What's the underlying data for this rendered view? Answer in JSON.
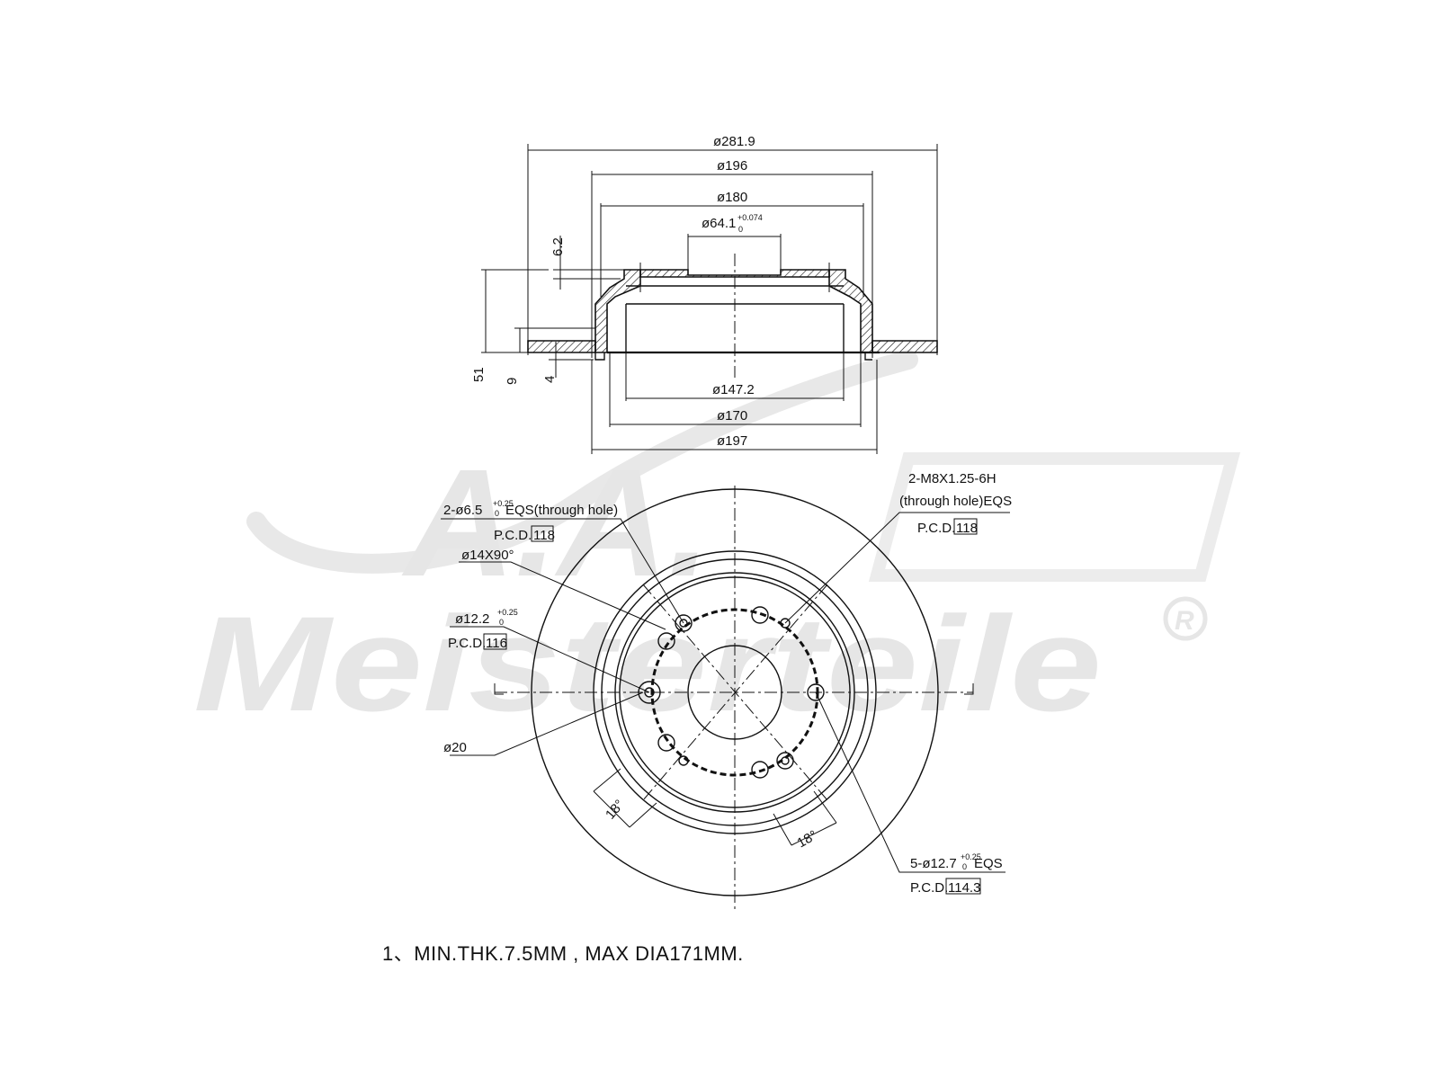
{
  "watermark": {
    "brand_top": "A.A.",
    "brand_main": "Meisterteile",
    "registered": "R"
  },
  "section_dims": {
    "d_281_9": "ø281.9",
    "d_196": "ø196",
    "d_180": "ø180",
    "d_64_1": "ø64.1",
    "d_64_1_tol_upper": "+0.074",
    "d_64_1_tol_lower": "0",
    "h_6_2": "6.2",
    "h_51": "51",
    "h_9": "9",
    "h_4": "4",
    "d_147_2": "ø147.2",
    "d_170": "ø170",
    "d_197": "ø197"
  },
  "face_callouts": {
    "holes_65": "2-ø6.5",
    "holes_65_tol_upper": "+0.25",
    "holes_65_tol_lower": "0",
    "holes_65_suffix": "EQS(through hole)",
    "holes_65_pcd_label": "P.C.D.",
    "holes_65_pcd_value": "118",
    "chamfer": "ø14X90°",
    "hole_122": "ø12.2",
    "hole_122_tol_upper": "+0.25",
    "hole_122_tol_lower": "0",
    "hole_122_pcd_label": "P.C.D.",
    "hole_122_pcd_value": "116",
    "d_20": "ø20",
    "thread_line1": "2-M8X1.25-6H",
    "thread_line2": "(through hole)EQS",
    "thread_pcd_label": "P.C.D.",
    "thread_pcd_value": "118",
    "studs": "5-ø12.7",
    "studs_tol_upper": "+0.25",
    "studs_tol_lower": "0",
    "studs_suffix": "EQS",
    "studs_pcd_label": "P.C.D.",
    "studs_pcd_value": "114.3",
    "angle_left": "18°",
    "angle_right": "18°"
  },
  "note": "1、MIN.THK.7.5MM , MAX DIA171MM."
}
